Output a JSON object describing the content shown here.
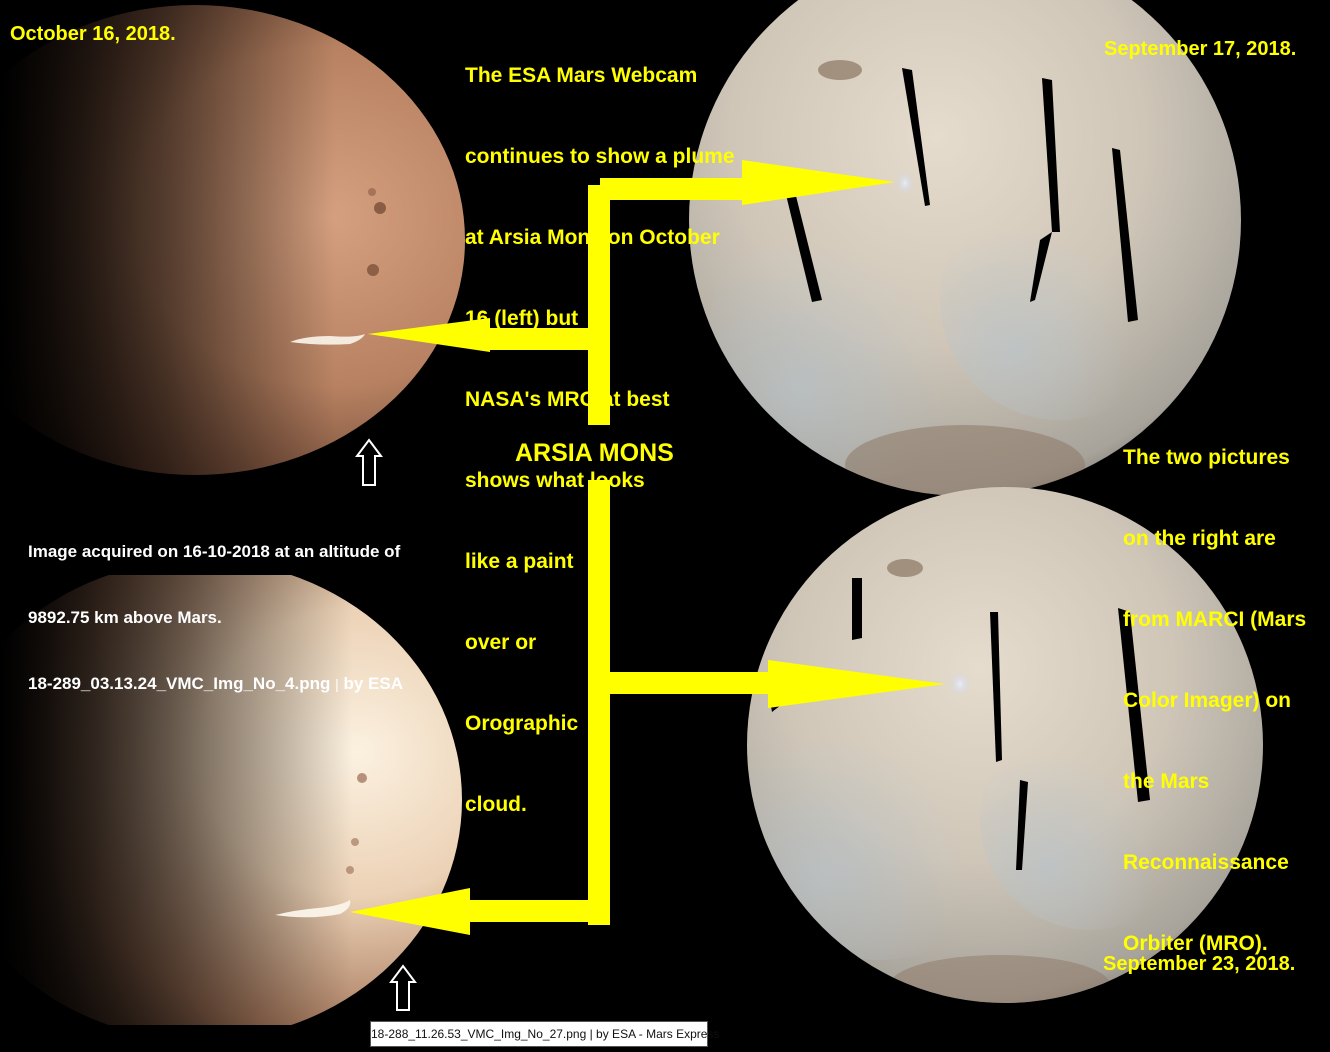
{
  "dates": {
    "top_left": "October 16, 2018.",
    "top_right": "September 17, 2018.",
    "bottom_right": "September 23, 2018."
  },
  "main_caption": [
    "The ESA Mars Webcam",
    "continues to show a plume",
    "at Arsia Mons on October",
    "16 (left) but",
    "NASA's MRO at best",
    "shows what looks",
    "like a paint",
    "over or",
    "Orographic",
    "cloud."
  ],
  "feature_label": "ARSIA MONS",
  "marci_caption": [
    "The two pictures",
    "on the right are",
    "from MARCI (Mars",
    "Color Imager) on",
    "the Mars",
    "Reconnaissance",
    "Orbiter (MRO)."
  ],
  "acquisition_caption": {
    "line1": "Image acquired on 16-10-2018 at an altitude of",
    "line2": "9892.75 km above Mars.",
    "line3_filename": "18-289_03.13.24_VMC_Img_No_4.png",
    "line3_separator": "|",
    "line3_credit": "by ESA"
  },
  "bottom_credit": "18-288_11.26.53_VMC_Img_No_27.png | by ESA - Mars Express",
  "colors": {
    "background": "#000000",
    "annotation_yellow": "#ffff00",
    "caption_white": "#ffffff",
    "mars_orange": "#c58a6a",
    "mars_pale": "#f3e4cf",
    "mro_globe": "#c9c4bc",
    "plume": "#f4f0e6"
  },
  "icons": [
    "up-arrow-outline-icon",
    "pointer-arrow-icon"
  ]
}
